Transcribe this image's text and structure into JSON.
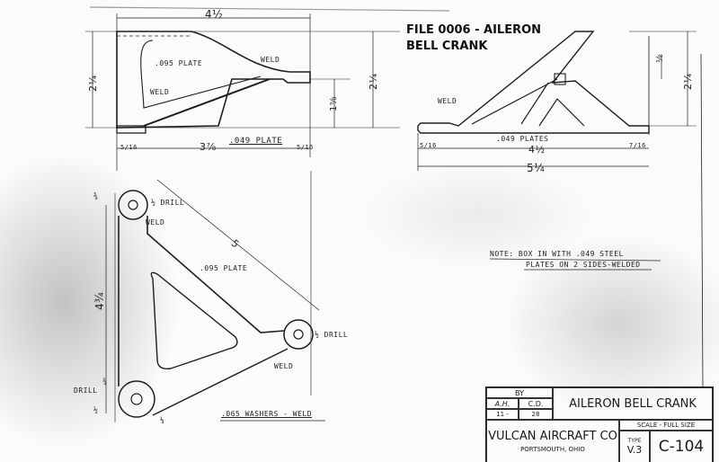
{
  "header": {
    "title_line1": "FILE 0006 - AILERON",
    "title_line2": "BELL CRANK"
  },
  "side_view": {
    "overall_width": "4½",
    "left_height": "2¼",
    "right_height": "2¼",
    "lug_height": "1⅝",
    "plate_095": ".095 PLATE",
    "weld_top": "WELD",
    "weld_left": "WELD",
    "plate_049": ".049 PLATE",
    "dim_left": "5/16",
    "dim_middle": "3⅞",
    "dim_right": "5/16"
  },
  "end_view": {
    "weld": "WELD",
    "plates": ".049 PLATES",
    "dim_left": "5/16",
    "dim_middle": "4½",
    "dim_right": "7/16",
    "dim_overall": "5¼",
    "dim_top": "⅛",
    "dim_height": "2¼"
  },
  "plan_view": {
    "drill_top": "½ DRILL",
    "weld_top": "WELD",
    "arm_length": "5",
    "plate": ".095 PLATE",
    "drill_right": "½ DRILL",
    "weld_right": "WELD",
    "drill_bottom": "DRILL",
    "washers": ".065 WASHERS - WELD",
    "height": "4¾",
    "dim_small_top": "⅜",
    "dim_small_bottom": "¾",
    "dim_offset": "½",
    "dim_radius": "¼"
  },
  "note": {
    "line1": "NOTE: BOX IN WITH .049 STEEL",
    "line2": "PLATES ON 2 SIDES-WELDED"
  },
  "title_block": {
    "by_label": "BY",
    "drawn_by": "A.H.",
    "checked_by": "C.D.",
    "date_month": "11 -",
    "date_year": "28",
    "part_name": "AILERON BELL CRANK",
    "company": "VULCAN AIRCRAFT CO",
    "location": "PORTSMOUTH, OHIO",
    "scale": "SCALE - FULL SIZE",
    "type_label": "TYPE",
    "type_value": "V.3",
    "drawing_number": "C-104"
  }
}
